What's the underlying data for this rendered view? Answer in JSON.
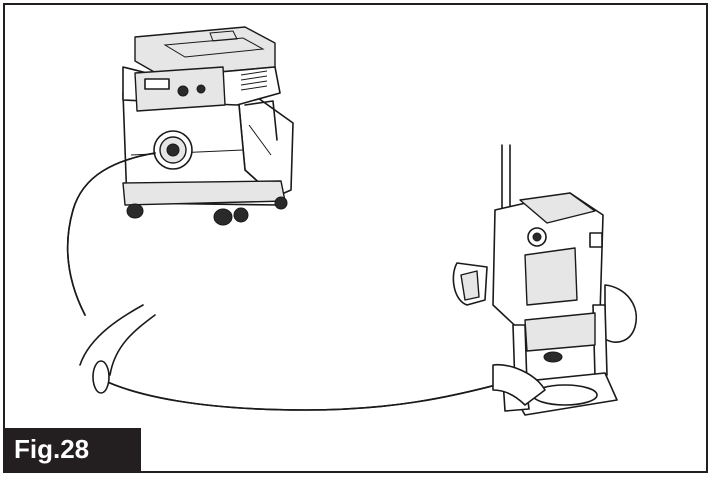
{
  "figure": {
    "label": "Fig.28",
    "label_bg": "#231f20",
    "label_fg": "#ffffff",
    "border_color": "#231f20"
  },
  "illustration": {
    "parts": [
      "dust-extractor",
      "extraction-hose",
      "plunge-router"
    ]
  }
}
